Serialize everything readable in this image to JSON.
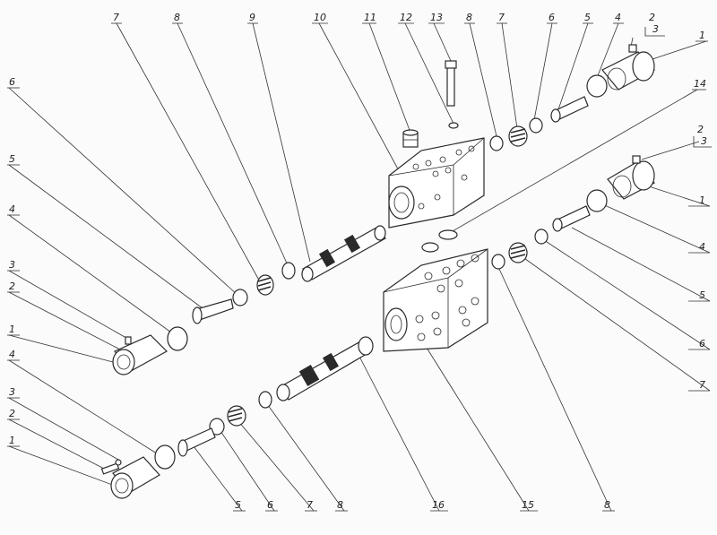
{
  "figure": {
    "callouts": [
      {
        "id": "c1",
        "text": "7"
      },
      {
        "id": "c2",
        "text": "8"
      },
      {
        "id": "c3",
        "text": "9"
      },
      {
        "id": "c4",
        "text": "10"
      },
      {
        "id": "c5",
        "text": "11"
      },
      {
        "id": "c6",
        "text": "12"
      },
      {
        "id": "c7",
        "text": "13"
      },
      {
        "id": "c8",
        "text": "8"
      },
      {
        "id": "c9",
        "text": "7"
      },
      {
        "id": "c10",
        "text": "6"
      },
      {
        "id": "c11",
        "text": "5"
      },
      {
        "id": "c12",
        "text": "4"
      },
      {
        "id": "c13",
        "text": "2"
      },
      {
        "id": "c14",
        "text": "3"
      },
      {
        "id": "c15",
        "text": "1"
      },
      {
        "id": "c16",
        "text": "14"
      },
      {
        "id": "c17",
        "text": "2"
      },
      {
        "id": "c18",
        "text": "3"
      },
      {
        "id": "c19",
        "text": "1"
      },
      {
        "id": "c20",
        "text": "4"
      },
      {
        "id": "c21",
        "text": "5"
      },
      {
        "id": "c22",
        "text": "6"
      },
      {
        "id": "c23",
        "text": "7"
      },
      {
        "id": "c24",
        "text": "6"
      },
      {
        "id": "c25",
        "text": "5"
      },
      {
        "id": "c26",
        "text": "4"
      },
      {
        "id": "c27",
        "text": "3"
      },
      {
        "id": "c28",
        "text": "2"
      },
      {
        "id": "c29",
        "text": "1"
      },
      {
        "id": "c30",
        "text": "4"
      },
      {
        "id": "c31",
        "text": "3"
      },
      {
        "id": "c32",
        "text": "2"
      },
      {
        "id": "c33",
        "text": "1"
      },
      {
        "id": "c34",
        "text": "5"
      },
      {
        "id": "c35",
        "text": "6"
      },
      {
        "id": "c36",
        "text": "7"
      },
      {
        "id": "c37",
        "text": "8"
      },
      {
        "id": "c38",
        "text": "16"
      },
      {
        "id": "c39",
        "text": "15"
      },
      {
        "id": "c40",
        "text": "8"
      }
    ]
  }
}
